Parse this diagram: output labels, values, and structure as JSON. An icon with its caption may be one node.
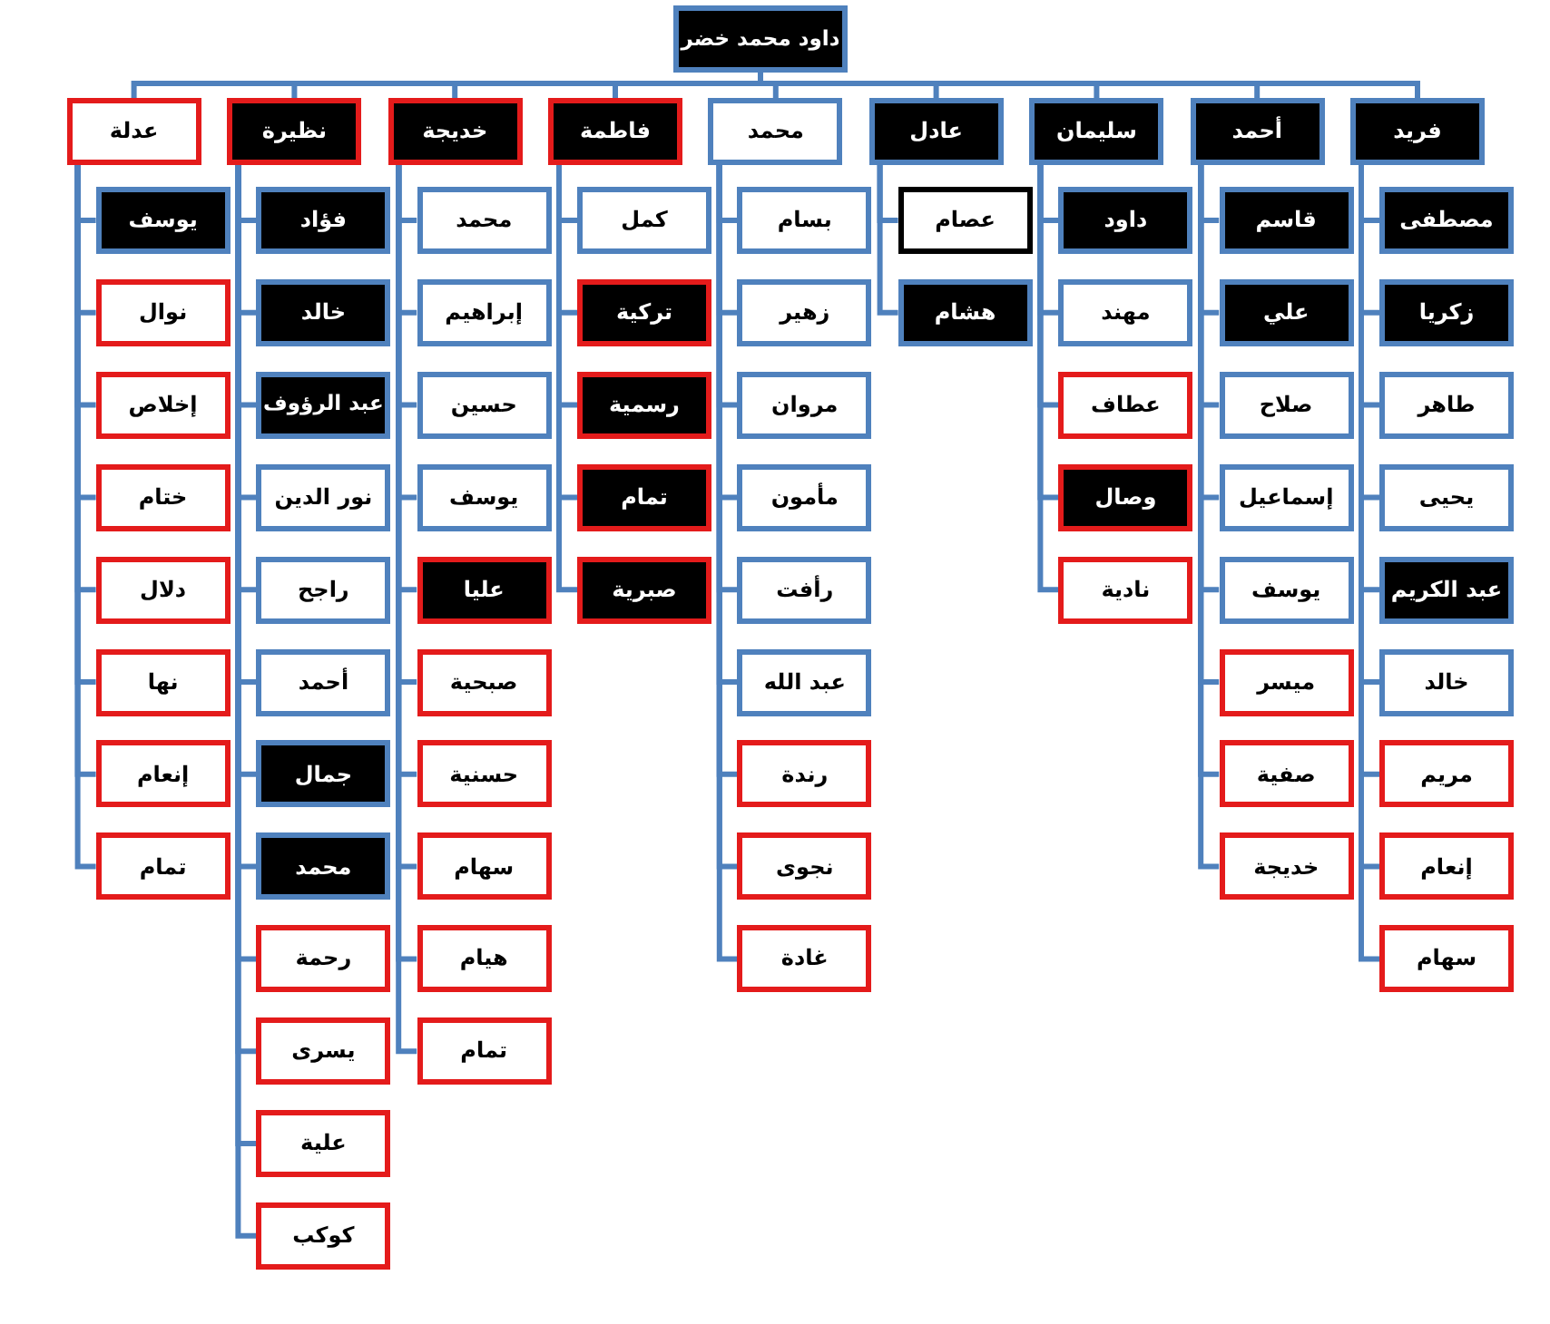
{
  "diagram": {
    "nodes": [
      {
        "text": [
          "داود محمد خضر"
        ]
      },
      {
        "text": [
          "فريد"
        ]
      },
      {
        "text": [
          "أحمد"
        ]
      },
      {
        "text": [
          "سليمان"
        ]
      },
      {
        "text": [
          "عادل"
        ]
      },
      {
        "text": [
          "محمد"
        ]
      },
      {
        "text": [
          "فاطمة"
        ]
      },
      {
        "text": [
          "خديجة"
        ]
      },
      {
        "text": [
          "نظيرة"
        ]
      },
      {
        "text": [
          "عدلة"
        ]
      },
      {
        "text": [
          "مصطفى"
        ]
      },
      {
        "text": [
          "زكريا"
        ]
      },
      {
        "text": [
          "طاهر"
        ]
      },
      {
        "text": [
          "يحيى"
        ]
      },
      {
        "text": [
          "عبد الكريم"
        ]
      },
      {
        "text": [
          "خالد"
        ]
      },
      {
        "text": [
          "مريم"
        ]
      },
      {
        "text": [
          "إنعام"
        ]
      },
      {
        "text": [
          "سهام"
        ]
      },
      {
        "text": [
          "قاسم"
        ]
      },
      {
        "text": [
          "علي"
        ]
      },
      {
        "text": [
          "صلاح"
        ]
      },
      {
        "text": [
          "إسماعيل"
        ]
      },
      {
        "text": [
          "يوسف"
        ]
      },
      {
        "text": [
          "ميسر"
        ]
      },
      {
        "text": [
          "صفية"
        ]
      },
      {
        "text": [
          "خديجة"
        ]
      },
      {
        "text": [
          "داود"
        ]
      },
      {
        "text": [
          "مهند"
        ]
      },
      {
        "text": [
          "عطاف"
        ]
      },
      {
        "text": [
          "وصال"
        ]
      },
      {
        "text": [
          "نادية"
        ]
      },
      {
        "text": [
          "عصام"
        ]
      },
      {
        "text": [
          "هشام"
        ]
      },
      {
        "text": [
          "بسام"
        ]
      },
      {
        "text": [
          "زهير"
        ]
      },
      {
        "text": [
          "مروان"
        ]
      },
      {
        "text": [
          "مأمون"
        ]
      },
      {
        "text": [
          "رأفت"
        ]
      },
      {
        "text": [
          "عبد الله"
        ]
      },
      {
        "text": [
          "رندة"
        ]
      },
      {
        "text": [
          "نجوى"
        ]
      },
      {
        "text": [
          "غادة"
        ]
      },
      {
        "text": [
          "كمل"
        ]
      },
      {
        "text": [
          "تركية"
        ]
      },
      {
        "text": [
          "رسمية"
        ]
      },
      {
        "text": [
          "تمام"
        ]
      },
      {
        "text": [
          "صبرية"
        ]
      },
      {
        "text": [
          "محمد"
        ]
      },
      {
        "text": [
          "إبراهيم"
        ]
      },
      {
        "text": [
          "حسين"
        ]
      },
      {
        "text": [
          "يوسف"
        ]
      },
      {
        "text": [
          "عليا"
        ]
      },
      {
        "text": [
          "صبحية"
        ]
      },
      {
        "text": [
          "حسنية"
        ]
      },
      {
        "text": [
          "سهام"
        ]
      },
      {
        "text": [
          "هيام"
        ]
      },
      {
        "text": [
          "تمام"
        ]
      },
      {
        "text": [
          "فؤاد"
        ]
      },
      {
        "text": [
          "خالد"
        ]
      },
      {
        "text": [
          "عبد الرؤوف"
        ]
      },
      {
        "text": [
          "نور الدين"
        ]
      },
      {
        "text": [
          "راجح"
        ]
      },
      {
        "text": [
          "أحمد"
        ]
      },
      {
        "text": [
          "جمال"
        ]
      },
      {
        "text": [
          "محمد"
        ]
      },
      {
        "text": [
          "رحمة"
        ]
      },
      {
        "text": [
          "يسرى"
        ]
      },
      {
        "text": [
          "علية"
        ]
      },
      {
        "text": [
          "كوكب"
        ]
      },
      {
        "text": [
          "يوسف"
        ]
      },
      {
        "text": [
          "نوال"
        ]
      },
      {
        "text": [
          "إخلاص"
        ]
      },
      {
        "text": [
          "ختام"
        ]
      },
      {
        "text": [
          "دلال"
        ]
      },
      {
        "text": [
          "نها"
        ]
      },
      {
        "text": [
          "إنعام"
        ]
      },
      {
        "text": [
          "تمام"
        ]
      }
    ],
    "edges": [
      {
        "from": 0,
        "to": 1,
        "arrow": "none"
      },
      {
        "from": 0,
        "to": 2,
        "arrow": "none"
      },
      {
        "from": 0,
        "to": 3,
        "arrow": "none"
      },
      {
        "from": 0,
        "to": 4,
        "arrow": "none"
      },
      {
        "from": 0,
        "to": 5,
        "arrow": "none"
      },
      {
        "from": 0,
        "to": 6,
        "arrow": "none"
      },
      {
        "from": 0,
        "to": 7,
        "arrow": "none"
      },
      {
        "from": 0,
        "to": 8,
        "arrow": "none"
      },
      {
        "from": 0,
        "to": 9,
        "arrow": "none"
      },
      {
        "from": 1,
        "to": 10,
        "arrow": "none"
      },
      {
        "from": 1,
        "to": 11,
        "arrow": "none"
      },
      {
        "from": 1,
        "to": 12,
        "arrow": "none"
      },
      {
        "from": 1,
        "to": 13,
        "arrow": "none"
      },
      {
        "from": 1,
        "to": 14,
        "arrow": "none"
      },
      {
        "from": 1,
        "to": 15,
        "arrow": "none"
      },
      {
        "from": 1,
        "to": 16,
        "arrow": "none"
      },
      {
        "from": 1,
        "to": 17,
        "arrow": "none"
      },
      {
        "from": 1,
        "to": 18,
        "arrow": "none"
      },
      {
        "from": 2,
        "to": 19,
        "arrow": "none"
      },
      {
        "from": 2,
        "to": 20,
        "arrow": "none"
      },
      {
        "from": 2,
        "to": 21,
        "arrow": "none"
      },
      {
        "from": 2,
        "to": 22,
        "arrow": "none"
      },
      {
        "from": 2,
        "to": 23,
        "arrow": "none"
      },
      {
        "from": 2,
        "to": 24,
        "arrow": "none"
      },
      {
        "from": 2,
        "to": 25,
        "arrow": "none"
      },
      {
        "from": 2,
        "to": 26,
        "arrow": "none"
      },
      {
        "from": 3,
        "to": 27,
        "arrow": "none"
      },
      {
        "from": 3,
        "to": 28,
        "arrow": "none"
      },
      {
        "from": 3,
        "to": 29,
        "arrow": "none"
      },
      {
        "from": 3,
        "to": 30,
        "arrow": "none"
      },
      {
        "from": 3,
        "to": 31,
        "arrow": "none"
      },
      {
        "from": 4,
        "to": 32,
        "arrow": "none"
      },
      {
        "from": 4,
        "to": 33,
        "arrow": "none"
      },
      {
        "from": 5,
        "to": 34,
        "arrow": "none"
      },
      {
        "from": 5,
        "to": 35,
        "arrow": "none"
      },
      {
        "from": 5,
        "to": 36,
        "arrow": "none"
      },
      {
        "from": 5,
        "to": 37,
        "arrow": "none"
      },
      {
        "from": 5,
        "to": 38,
        "arrow": "none"
      },
      {
        "from": 5,
        "to": 39,
        "arrow": "none"
      },
      {
        "from": 5,
        "to": 40,
        "arrow": "none"
      },
      {
        "from": 5,
        "to": 41,
        "arrow": "none"
      },
      {
        "from": 5,
        "to": 42,
        "arrow": "none"
      },
      {
        "from": 6,
        "to": 43,
        "arrow": "none"
      },
      {
        "from": 6,
        "to": 44,
        "arrow": "none"
      },
      {
        "from": 6,
        "to": 45,
        "arrow": "none"
      },
      {
        "from": 6,
        "to": 46,
        "arrow": "none"
      },
      {
        "from": 6,
        "to": 47,
        "arrow": "none"
      },
      {
        "from": 7,
        "to": 48,
        "arrow": "none"
      },
      {
        "from": 7,
        "to": 49,
        "arrow": "none"
      },
      {
        "from": 7,
        "to": 50,
        "arrow": "none"
      },
      {
        "from": 7,
        "to": 51,
        "arrow": "none"
      },
      {
        "from": 7,
        "to": 52,
        "arrow": "none"
      },
      {
        "from": 7,
        "to": 53,
        "arrow": "none"
      },
      {
        "from": 7,
        "to": 54,
        "arrow": "none"
      },
      {
        "from": 7,
        "to": 55,
        "arrow": "none"
      },
      {
        "from": 7,
        "to": 56,
        "arrow": "none"
      },
      {
        "from": 7,
        "to": 57,
        "arrow": "none"
      },
      {
        "from": 8,
        "to": 58,
        "arrow": "none"
      },
      {
        "from": 8,
        "to": 59,
        "arrow": "none"
      },
      {
        "from": 8,
        "to": 60,
        "arrow": "none"
      },
      {
        "from": 8,
        "to": 61,
        "arrow": "none"
      },
      {
        "from": 8,
        "to": 62,
        "arrow": "none"
      },
      {
        "from": 8,
        "to": 63,
        "arrow": "none"
      },
      {
        "from": 8,
        "to": 64,
        "arrow": "none"
      },
      {
        "from": 8,
        "to": 65,
        "arrow": "none"
      },
      {
        "from": 8,
        "to": 66,
        "arrow": "none"
      },
      {
        "from": 8,
        "to": 67,
        "arrow": "none"
      },
      {
        "from": 8,
        "to": 68,
        "arrow": "none"
      },
      {
        "from": 8,
        "to": 69,
        "arrow": "none"
      },
      {
        "from": 9,
        "to": 70,
        "arrow": "none"
      },
      {
        "from": 9,
        "to": 71,
        "arrow": "none"
      },
      {
        "from": 9,
        "to": 72,
        "arrow": "none"
      },
      {
        "from": 9,
        "to": 73,
        "arrow": "none"
      },
      {
        "from": 9,
        "to": 74,
        "arrow": "none"
      },
      {
        "from": 9,
        "to": 75,
        "arrow": "none"
      },
      {
        "from": 9,
        "to": 76,
        "arrow": "none"
      },
      {
        "from": 9,
        "to": 77,
        "arrow": "none"
      }
    ]
  }
}
